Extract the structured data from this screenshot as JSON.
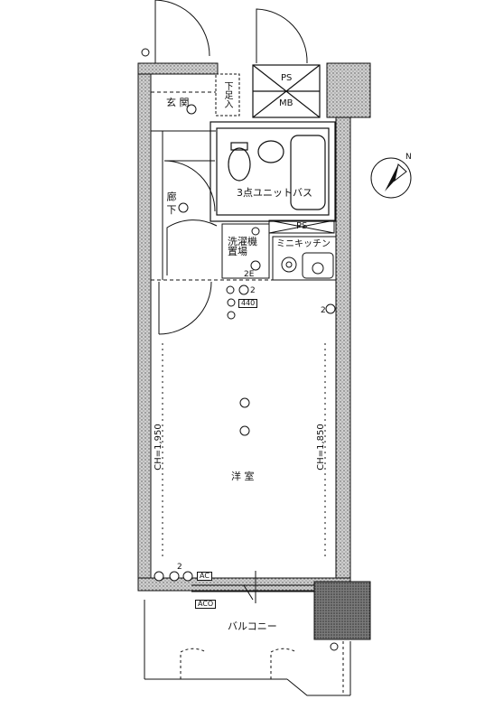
{
  "rooms": {
    "entrance": "玄 関",
    "shoe_box": "下足入",
    "hallway": "廊 下",
    "unit_bath": "3点ユニットバス",
    "laundry": "洗濯機\n置場",
    "mini_kitchen": "ミニキッチン",
    "western_room": "洋 室",
    "balcony": "バルコニー"
  },
  "shafts": {
    "ps_top": "PS",
    "mb": "MB",
    "ps_mid": "PS"
  },
  "ceiling": {
    "left": "CH=1,950",
    "right": "CH=1,850"
  },
  "symbols": {
    "two_e": "2E",
    "num_2a": "2",
    "num_440": "440",
    "num_2b": "2",
    "num_2c": "2",
    "ac_box": "AC",
    "aco_box": "ACO"
  },
  "compass": {
    "north": "N"
  },
  "colors": {
    "wall_hatch": "#8a8a8a",
    "line": "#111111"
  }
}
